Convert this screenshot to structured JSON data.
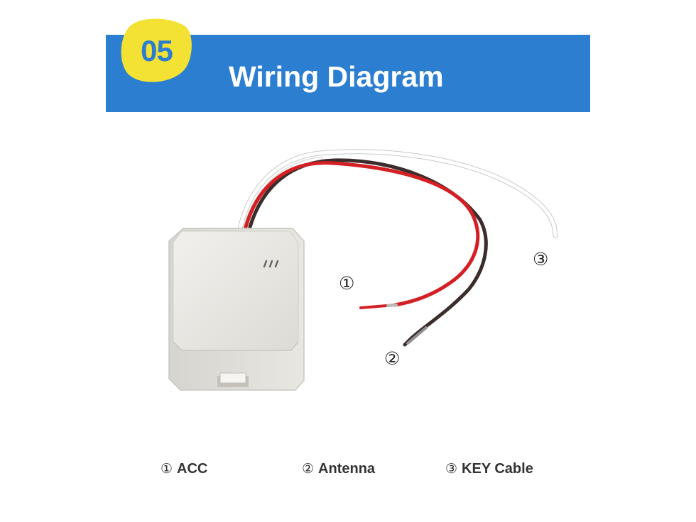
{
  "header": {
    "step_number": "05",
    "title": "Wiring Diagram"
  },
  "callouts": {
    "acc": "①",
    "antenna": "②",
    "key": "③"
  },
  "legend": [
    {
      "num": "①",
      "label": "ACC"
    },
    {
      "num": "②",
      "label": "Antenna"
    },
    {
      "num": "③",
      "label": "KEY Cable"
    }
  ],
  "colors": {
    "banner": "#2c7fd0",
    "badge": "#f3e133",
    "wire_acc": "#d42025",
    "wire_antenna": "#3b2d2b",
    "wire_key": "#ffffff"
  }
}
